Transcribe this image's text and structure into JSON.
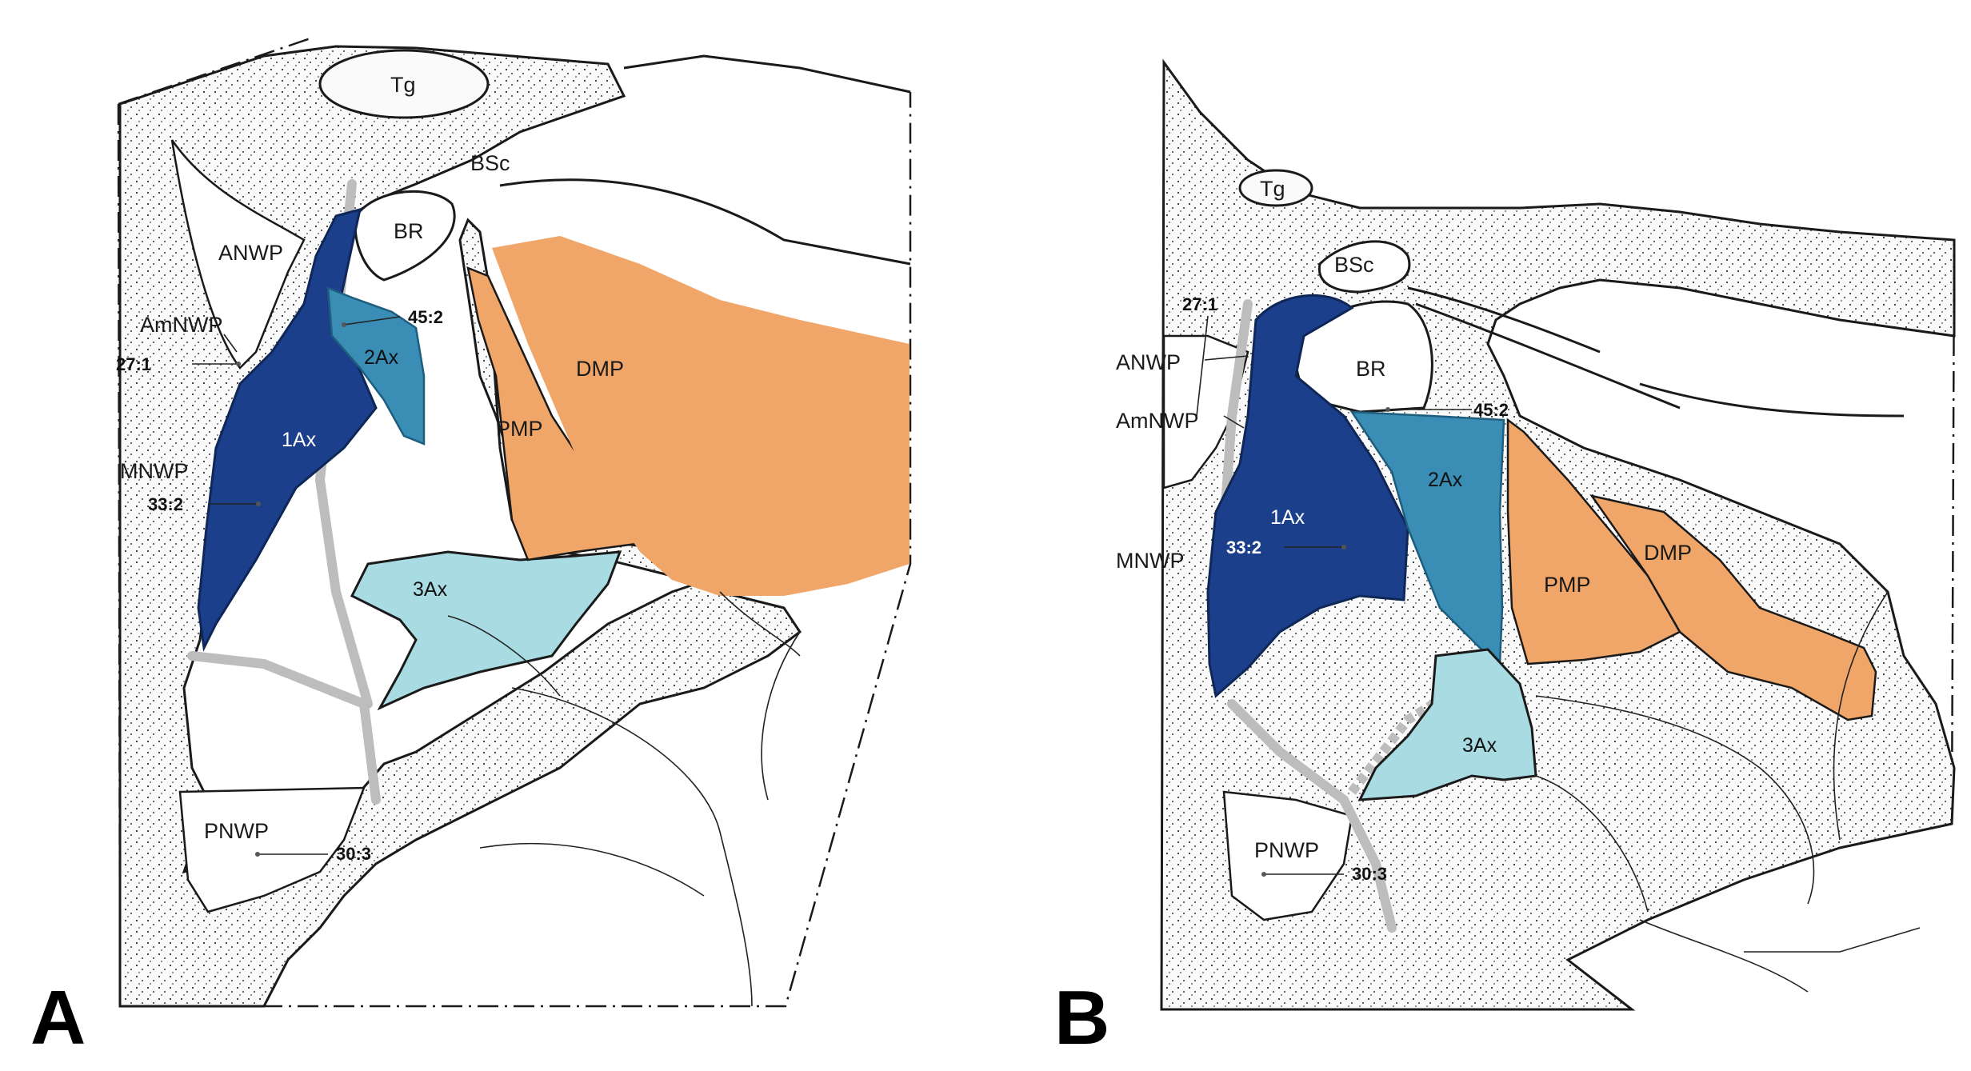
{
  "panels": [
    {
      "letter": "A",
      "labels": {
        "tg": "Tg",
        "bsc": "BSc",
        "br": "BR",
        "anwp": "ANWP",
        "amnwp": "AmNWP",
        "mnwp": "MNWP",
        "pnwp": "PNWP",
        "ax1": "1Ax",
        "ax2": "2Ax",
        "ax3": "3Ax",
        "pmp": "PMP",
        "dmp": "DMP"
      },
      "coords": {
        "c1": "27:1",
        "c2": "45:2",
        "c3": "33:2",
        "c4": "30:3"
      }
    },
    {
      "letter": "B",
      "labels": {
        "tg": "Tg",
        "bsc": "BSc",
        "br": "BR",
        "anwp": "ANWP",
        "amnwp": "AmNWP",
        "mnwp": "MNWP",
        "pnwp": "PNWP",
        "ax1": "1Ax",
        "ax2": "2Ax",
        "ax3": "3Ax",
        "pmp": "PMP",
        "dmp": "DMP"
      },
      "coords": {
        "c1": "27:1",
        "c2": "45:2",
        "c3": "33:2",
        "c4": "30:3"
      }
    }
  ],
  "colors": {
    "ax1": "#1c3f8c",
    "ax2": "#3a8db5",
    "ax3": "#a9dbe2",
    "pmp": "#f0a668",
    "dmp": "#f0a668",
    "stipple": "#f2f2f2"
  }
}
